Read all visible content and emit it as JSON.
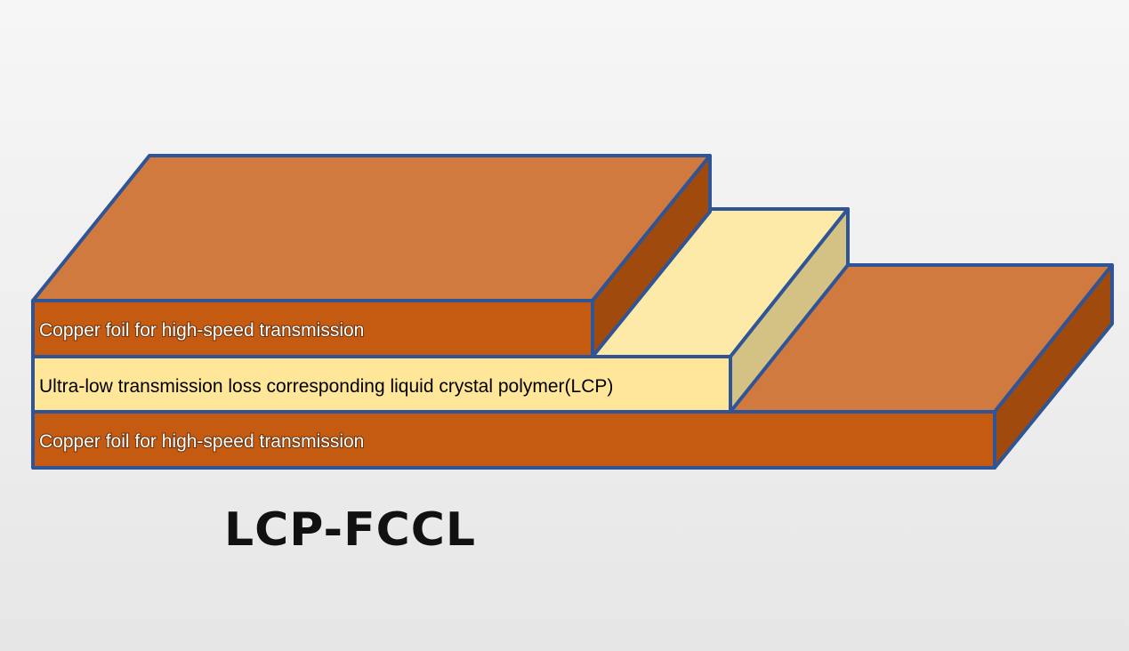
{
  "layers": {
    "top_copper_label": "Copper foil for high-speed transmission",
    "lcp_label": "Ultra-low transmission loss corresponding liquid crystal polymer(LCP)",
    "bottom_copper_label": "Copper foil for high-speed transmission"
  },
  "title": "LCP-FCCL",
  "colors": {
    "copper_front": "#c55a11",
    "copper_top": "#d07a40",
    "copper_side": "#a04a0e",
    "lcp_front": "#ffe699",
    "lcp_top": "#fdeaa8",
    "lcp_side": "#d4c285",
    "outline": "#2f5597"
  }
}
